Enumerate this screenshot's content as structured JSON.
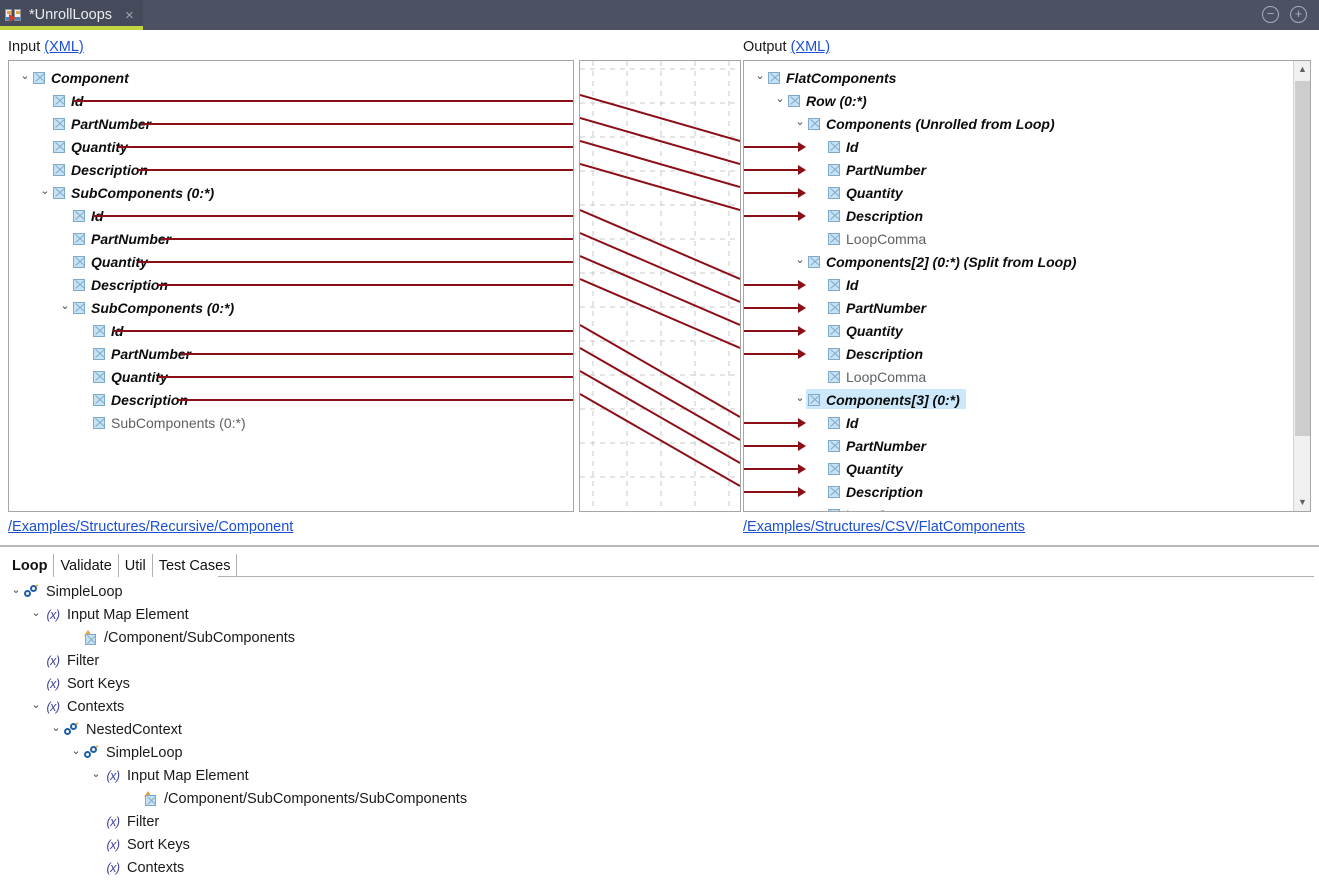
{
  "window": {
    "tab_title": "*UnrollLoops",
    "tab_icon": "mapping-icon",
    "close_label": "×",
    "minimize_label": "−",
    "maximize_label": "+",
    "accent_color": "#c3d641",
    "titlebar_color": "#4c5263"
  },
  "input_panel": {
    "header_text": "Input ",
    "header_link": "(XML)",
    "path": "/Examples/Structures/Recursive/Component",
    "tree": [
      {
        "label": "Component",
        "indent": 0,
        "twisty": "expanded",
        "style": "mapped",
        "connector": false
      },
      {
        "label": "Id",
        "indent": 1,
        "twisty": "none",
        "style": "mapped",
        "connector": true
      },
      {
        "label": "PartNumber",
        "indent": 1,
        "twisty": "none",
        "style": "mapped",
        "connector": true
      },
      {
        "label": "Quantity",
        "indent": 1,
        "twisty": "none",
        "style": "mapped",
        "connector": true
      },
      {
        "label": "Description",
        "indent": 1,
        "twisty": "none",
        "style": "mapped",
        "connector": true
      },
      {
        "label": "SubComponents (0:*)",
        "indent": 1,
        "twisty": "expanded",
        "style": "mapped",
        "connector": false
      },
      {
        "label": "Id",
        "indent": 2,
        "twisty": "none",
        "style": "mapped",
        "connector": true
      },
      {
        "label": "PartNumber",
        "indent": 2,
        "twisty": "none",
        "style": "mapped",
        "connector": true
      },
      {
        "label": "Quantity",
        "indent": 2,
        "twisty": "none",
        "style": "mapped",
        "connector": true
      },
      {
        "label": "Description",
        "indent": 2,
        "twisty": "none",
        "style": "mapped",
        "connector": true
      },
      {
        "label": "SubComponents (0:*)",
        "indent": 2,
        "twisty": "expanded",
        "style": "mapped",
        "connector": false
      },
      {
        "label": "Id",
        "indent": 3,
        "twisty": "none",
        "style": "mapped",
        "connector": true
      },
      {
        "label": "PartNumber",
        "indent": 3,
        "twisty": "none",
        "style": "mapped",
        "connector": true
      },
      {
        "label": "Quantity",
        "indent": 3,
        "twisty": "none",
        "style": "mapped",
        "connector": true
      },
      {
        "label": "Description",
        "indent": 3,
        "twisty": "none",
        "style": "mapped",
        "connector": true
      },
      {
        "label": "SubComponents (0:*)",
        "indent": 3,
        "twisty": "none",
        "style": "plain",
        "connector": false
      }
    ]
  },
  "mapping_panel": {
    "connector_color": "#8b0f17",
    "grid_color": "#c9c9c9",
    "connector_count": 12
  },
  "output_panel": {
    "header_text": "Output ",
    "header_link": "(XML)",
    "path": "/Examples/Structures/CSV/FlatComponents",
    "tree": [
      {
        "label": "FlatComponents",
        "indent": 0,
        "twisty": "expanded",
        "style": "mapped",
        "arrow": false,
        "selected": false
      },
      {
        "label": "Row (0:*)",
        "indent": 1,
        "twisty": "expanded",
        "style": "mapped",
        "arrow": false,
        "selected": false
      },
      {
        "label": "Components (Unrolled from Loop)",
        "indent": 2,
        "twisty": "expanded",
        "style": "mapped",
        "arrow": false,
        "selected": false
      },
      {
        "label": "Id",
        "indent": 3,
        "twisty": "none",
        "style": "mapped",
        "arrow": true,
        "selected": false
      },
      {
        "label": "PartNumber",
        "indent": 3,
        "twisty": "none",
        "style": "mapped",
        "arrow": true,
        "selected": false
      },
      {
        "label": "Quantity",
        "indent": 3,
        "twisty": "none",
        "style": "mapped",
        "arrow": true,
        "selected": false
      },
      {
        "label": "Description",
        "indent": 3,
        "twisty": "none",
        "style": "mapped",
        "arrow": true,
        "selected": false
      },
      {
        "label": "LoopComma",
        "indent": 3,
        "twisty": "none",
        "style": "plain",
        "arrow": false,
        "selected": false
      },
      {
        "label": "Components[2] (0:*) (Split from Loop)",
        "indent": 2,
        "twisty": "expanded",
        "style": "mapped",
        "arrow": false,
        "selected": false
      },
      {
        "label": "Id",
        "indent": 3,
        "twisty": "none",
        "style": "mapped",
        "arrow": true,
        "selected": false
      },
      {
        "label": "PartNumber",
        "indent": 3,
        "twisty": "none",
        "style": "mapped",
        "arrow": true,
        "selected": false
      },
      {
        "label": "Quantity",
        "indent": 3,
        "twisty": "none",
        "style": "mapped",
        "arrow": true,
        "selected": false
      },
      {
        "label": "Description",
        "indent": 3,
        "twisty": "none",
        "style": "mapped",
        "arrow": true,
        "selected": false
      },
      {
        "label": "LoopComma",
        "indent": 3,
        "twisty": "none",
        "style": "plain",
        "arrow": false,
        "selected": false
      },
      {
        "label": "Components[3] (0:*)",
        "indent": 2,
        "twisty": "expanded",
        "style": "mapped",
        "arrow": false,
        "selected": true
      },
      {
        "label": "Id",
        "indent": 3,
        "twisty": "none",
        "style": "mapped",
        "arrow": true,
        "selected": false
      },
      {
        "label": "PartNumber",
        "indent": 3,
        "twisty": "none",
        "style": "mapped",
        "arrow": true,
        "selected": false
      },
      {
        "label": "Quantity",
        "indent": 3,
        "twisty": "none",
        "style": "mapped",
        "arrow": true,
        "selected": false
      },
      {
        "label": "Description",
        "indent": 3,
        "twisty": "none",
        "style": "mapped",
        "arrow": true,
        "selected": false
      },
      {
        "label": "LoopComma",
        "indent": 3,
        "twisty": "none",
        "style": "plain",
        "arrow": false,
        "selected": false
      }
    ],
    "scrollbar": {
      "up_arrow": "▲",
      "down_arrow": "▼"
    }
  },
  "bottom_panel": {
    "tabs": [
      {
        "label": "Loop",
        "active": true
      },
      {
        "label": "Validate",
        "active": false
      },
      {
        "label": "Util",
        "active": false
      },
      {
        "label": "Test Cases",
        "active": false
      }
    ],
    "tree": [
      {
        "label": "SimpleLoop",
        "indent": 0,
        "twisty": "expanded",
        "icon": "loop-icon"
      },
      {
        "label": "Input Map Element",
        "indent": 1,
        "twisty": "expanded",
        "icon": "variable-icon"
      },
      {
        "label": "/Component/SubComponents",
        "indent": 3,
        "twisty": "none",
        "icon": "xpath-icon"
      },
      {
        "label": "Filter",
        "indent": 1,
        "twisty": "none",
        "icon": "variable-icon"
      },
      {
        "label": "Sort Keys",
        "indent": 1,
        "twisty": "none",
        "icon": "variable-icon"
      },
      {
        "label": "Contexts",
        "indent": 1,
        "twisty": "expanded",
        "icon": "variable-icon"
      },
      {
        "label": "NestedContext",
        "indent": 2,
        "twisty": "expanded",
        "icon": "loop-icon"
      },
      {
        "label": "SimpleLoop",
        "indent": 3,
        "twisty": "expanded",
        "icon": "loop-icon"
      },
      {
        "label": "Input Map Element",
        "indent": 4,
        "twisty": "expanded",
        "icon": "variable-icon"
      },
      {
        "label": "/Component/SubComponents/SubComponents",
        "indent": 6,
        "twisty": "none",
        "icon": "xpath-icon"
      },
      {
        "label": "Filter",
        "indent": 4,
        "twisty": "none",
        "icon": "variable-icon"
      },
      {
        "label": "Sort Keys",
        "indent": 4,
        "twisty": "none",
        "icon": "variable-icon"
      },
      {
        "label": "Contexts",
        "indent": 4,
        "twisty": "none",
        "icon": "variable-icon"
      }
    ]
  }
}
